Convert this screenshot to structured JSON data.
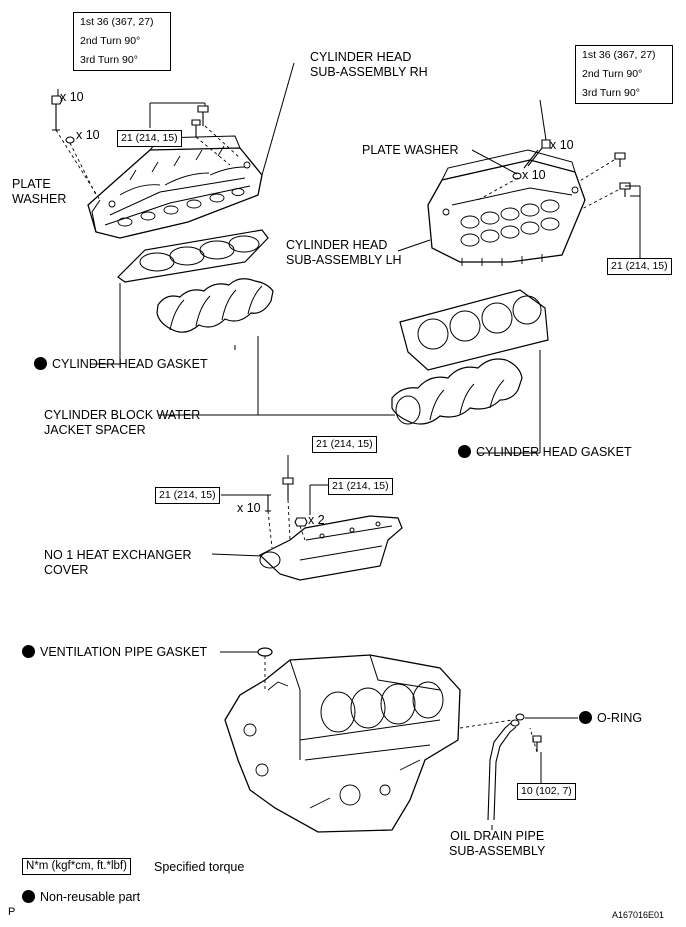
{
  "torque_tables": {
    "rh": [
      "1st 36 (367, 27)",
      "2nd Turn 90°",
      "3rd Turn 90°"
    ],
    "lh": [
      "1st 36 (367, 27)",
      "2nd Turn 90°",
      "3rd Turn 90°"
    ]
  },
  "torque_values": {
    "rh_bolt": "21 (214, 15)",
    "lh_bolt": "21 (214, 15)",
    "cover_top": "21 (214, 15)",
    "cover_left": "21 (214, 15)",
    "cover_right": "21 (214, 15)",
    "oil_drain": "10 (102, 7)"
  },
  "quantities": {
    "rh_bolt": "x 10",
    "rh_washer": "x 10",
    "lh_bolt": "x 10",
    "lh_washer": "x 10",
    "cover_bolt": "x 10",
    "cover_stud": "x 2"
  },
  "labels": {
    "cylinder_head_rh": [
      "CYLINDER HEAD",
      "SUB-ASSEMBLY RH"
    ],
    "plate_washer_rh": [
      "PLATE",
      "WASHER"
    ],
    "plate_washer_lh": "PLATE WASHER",
    "cylinder_head_lh": [
      "CYLINDER HEAD",
      "SUB-ASSEMBLY LH"
    ],
    "cylinder_head_gasket_rh": "CYLINDER HEAD GASKET",
    "water_jacket_spacer": [
      "CYLINDER BLOCK WATER",
      "JACKET SPACER"
    ],
    "cylinder_head_gasket_lh": "CYLINDER HEAD GASKET",
    "heat_exchanger_cover": [
      "NO  1 HEAT EXCHANGER",
      "COVER"
    ],
    "ventilation_pipe_gasket": "VENTILATION PIPE GASKET",
    "o_ring": "O-RING",
    "oil_drain_pipe": [
      "OIL DRAIN PIPE",
      "SUB-ASSEMBLY"
    ]
  },
  "legend": {
    "torque_unit": "N*m (kgf*cm, ft.*lbf)",
    "torque_desc": "Specified torque",
    "non_reusable": "Non-reusable part"
  },
  "footer": {
    "corner_mark": "P",
    "figure_id": "A167016E01"
  }
}
